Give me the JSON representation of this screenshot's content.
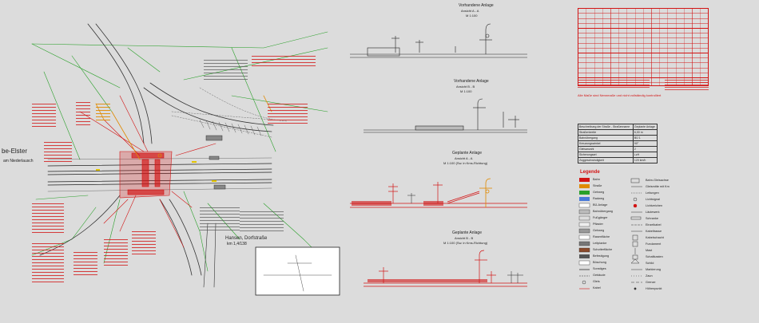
{
  "view_a_top": {
    "title": "Vorhandene Anlage",
    "subtitle": "Ansicht A - A",
    "scale": "M 1:100"
  },
  "view_b_top": {
    "title": "Vorhandene Anlage",
    "subtitle": "Ansicht B - B",
    "scale": "M 1:100"
  },
  "view_a_planned": {
    "title": "Geplante Anlage",
    "subtitle": "Ansicht A - A",
    "scale": "M 1:100 (Sw. in Kms-Richtung)"
  },
  "view_b_planned": {
    "title": "Geplante Anlage",
    "subtitle": "Ansicht B - B",
    "scale": "M 1:100 (Sw. in Kms-Richtung)"
  },
  "site": {
    "place_label": "be-Elster",
    "place_sub": "am Niederlausch",
    "bottom_road": "Hansen, Dorfstraße",
    "bottom_road_sub": "km 1,4/138"
  },
  "legend": {
    "title": "Legende",
    "left_items": [
      "Bahn",
      "Straße",
      "Gehweg",
      "Radweg",
      "BÜ-Anlage",
      "Bahnübergang",
      "Fußgänger",
      "Pflaster",
      "Gehweg",
      "Rasenfläche",
      "Leitplanke",
      "Schotterfläche",
      "Befestigung",
      "Böschung",
      "Sonstiges",
      "Gebäude",
      "Gleis",
      "Kabel"
    ],
    "right_items": [
      "Bahn-Gleisachse",
      "Gleismitte mit Km",
      "Leitungen",
      "Lichtsignal",
      "Lichtzeichen",
      "Läutewerk",
      "Schranke",
      "Einzelkabel",
      "Kabeltrasse",
      "Kabelschacht",
      "Fundament",
      "Mast",
      "Schaltkasten",
      "Schild",
      "Markierung",
      "Zaun",
      "Grenze",
      "Höhenpunkt"
    ]
  },
  "info_table": {
    "header": [
      "Beschreibung der Straße - Straßenname",
      "Geplante Anlage"
    ],
    "rows": [
      [
        "Straßenbreite",
        "6,00 m"
      ],
      [
        "Bahnübergang",
        "BÜ 1"
      ],
      [
        "Kreuzungswinkel",
        "90°"
      ],
      [
        "Gleisanzahl",
        "2"
      ],
      [
        "Sicherungsart",
        "LzH"
      ],
      [
        "Zuggeschwindigkeit",
        "120 km/h"
      ]
    ]
  },
  "red_table_note": "Alle Maße sind Nennmaße und nicht vollständig kontrolliert",
  "colors": {
    "red": "#d21414",
    "green": "#2aa02a",
    "orange": "#e08a00",
    "dark": "#222222",
    "background": "#dcdcdc"
  }
}
